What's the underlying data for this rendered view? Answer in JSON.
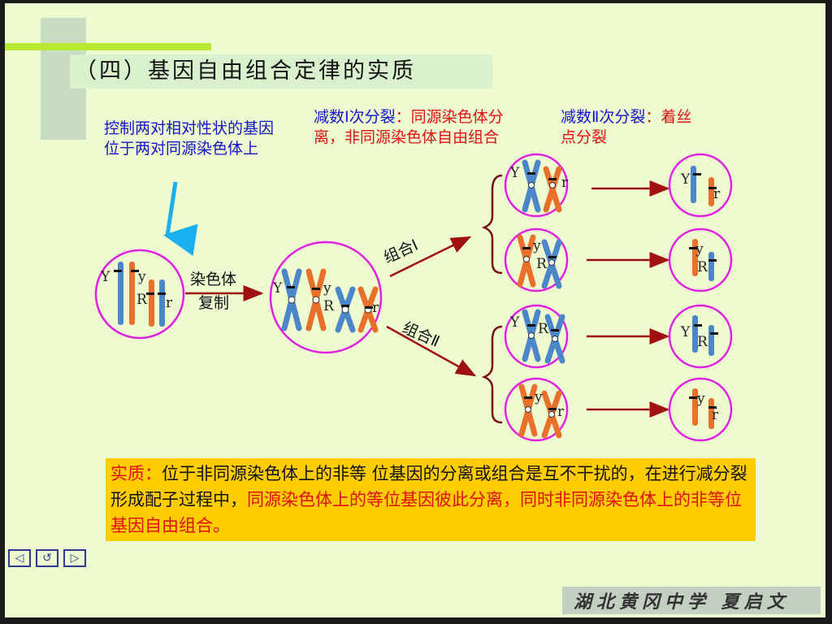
{
  "title": "（四）基因自由组合定律的实质",
  "intro_note": "控制两对相对性状的基因位于两对同源染色体上",
  "meiosis1": {
    "label": "减数Ⅰ次分裂",
    "colon": "：",
    "text": "同源染色体分离，非同源染色体自由组合"
  },
  "meiosis2": {
    "label": "减数Ⅱ次分裂",
    "colon": "：",
    "text": "着丝点分裂"
  },
  "replication_label": [
    "染色体",
    "复制"
  ],
  "combo1_label": "组合Ⅰ",
  "combo2_label": "组合Ⅱ",
  "alleles": {
    "Y": "Y",
    "y": "y",
    "R": "R",
    "r": "r"
  },
  "essence": {
    "label": "实质：",
    "part1": "位于非同源染色体上的非等 位基因的分离或组合是互不干扰的，在进行减分裂形成配子过程中，",
    "part2": "同源染色体上的等位基因彼此分离，同时非同源染色体上的非等位基因自由组合。"
  },
  "nav": {
    "prev": "◁",
    "home": "↺",
    "next": "▷"
  },
  "footer": "湖北黄冈中学 夏启文",
  "colors": {
    "blue_chromosome": "#4a86c8",
    "orange_chromosome": "#e8702a",
    "cell_outline": "#e020e0",
    "arrow": "#a01010",
    "pointer": "#1ab0f0"
  }
}
